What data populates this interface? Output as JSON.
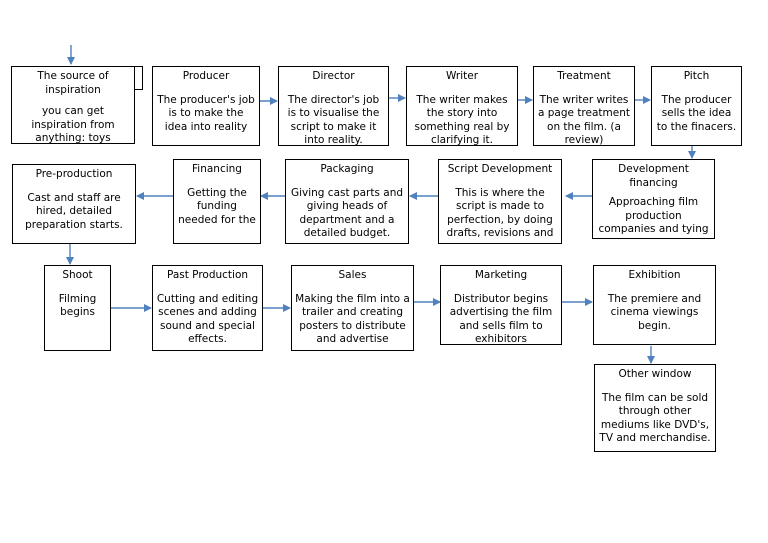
{
  "boxes": [
    {
      "id": "source",
      "title": "The source of inspiration",
      "body": "you can get inspiration from anything: toys"
    },
    {
      "id": "producer",
      "title": "Producer",
      "body": "The producer's job is to make the idea into reality"
    },
    {
      "id": "director",
      "title": "Director",
      "body": "The director's job is to visualise the script to make it into reality."
    },
    {
      "id": "writer",
      "title": "Writer",
      "body": "The writer makes the story into something real by clarifying it."
    },
    {
      "id": "treatment",
      "title": "Treatment",
      "body": "The writer writes a page treatment on the film. (a review)"
    },
    {
      "id": "pitch",
      "title": "Pitch",
      "body": "The producer sells the idea to the finacers."
    },
    {
      "id": "preproduction",
      "title": "Pre-production",
      "body": "Cast and staff are hired, detailed preparation starts."
    },
    {
      "id": "financing",
      "title": "Financing",
      "body": "Getting the funding needed for the"
    },
    {
      "id": "packaging",
      "title": "Packaging",
      "body": "Giving cast parts and giving heads of department and a detailed budget."
    },
    {
      "id": "scriptdev",
      "title": "Script Development",
      "body": "This is where the script is made to perfection, by doing drafts, revisions and polishes"
    },
    {
      "id": "devfinancing",
      "title": "Development financing",
      "body": "Approaching film production companies and tying"
    },
    {
      "id": "shoot",
      "title": "Shoot",
      "body": "Filming begins"
    },
    {
      "id": "pastproduction",
      "title": "Past Production",
      "body": "Cutting and editing scenes and adding sound and special effects."
    },
    {
      "id": "sales",
      "title": "Sales",
      "body": "Making the film into a trailer and creating posters to distribute and advertise"
    },
    {
      "id": "marketing",
      "title": "Marketing",
      "body": "Distributor begins advertising the film and sells film to exhibitors"
    },
    {
      "id": "exhibition",
      "title": "Exhibition",
      "body": "The premiere and cinema viewings begin."
    },
    {
      "id": "otherwindow",
      "title": "Other window",
      "body": "The film can be sold through other mediums like DVD's, TV and merchandise."
    }
  ],
  "colors": {
    "arrow": "#4f81bd",
    "border": "#000000",
    "background": "#ffffff"
  }
}
